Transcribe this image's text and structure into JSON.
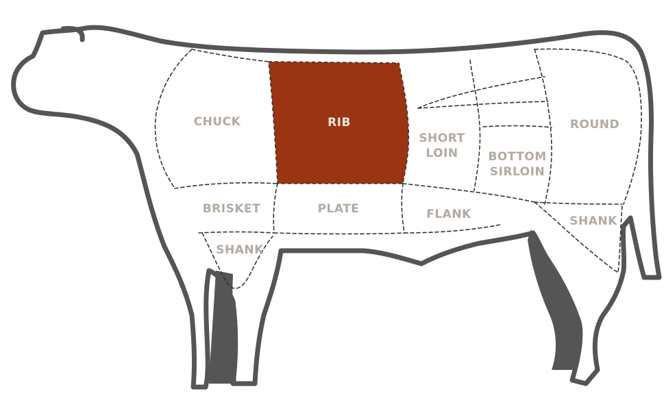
{
  "colors": {
    "selected_cut": "#9a3412",
    "outline": "#555555",
    "label": "#b3aaa1",
    "selected_label": "#f3e6dc"
  },
  "selected_cut": "RIB",
  "labels": {
    "chuck": "CHUCK",
    "rib": "RIB",
    "short_loin_1": "SHORT",
    "short_loin_2": "LOIN",
    "round": "ROUND",
    "bottom_sirloin_1": "BOTTOM",
    "bottom_sirloin_2": "SIRLOIN",
    "brisket": "BRISKET",
    "plate": "PLATE",
    "flank": "FLANK",
    "front_shank": "SHANK",
    "hind_shank": "SHANK"
  }
}
